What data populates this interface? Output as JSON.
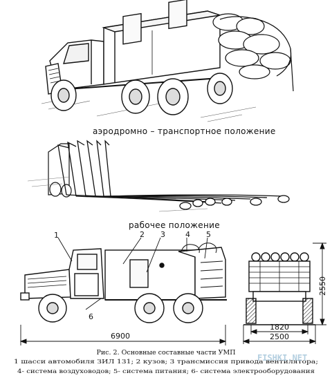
{
  "labels": {
    "view1": "аэродромно – транспортное положение",
    "view2": "рабочее положение"
  },
  "callouts": [
    "1",
    "2",
    "3",
    "4",
    "5",
    "6"
  ],
  "dimensions": {
    "length": "6900",
    "height": "2550",
    "track": "1820",
    "width": "2500"
  },
  "caption": {
    "title": "Рис. 2. Основные составные части УМП",
    "line1": "1 шасси автомобиля ЗИЛ 131; 2 кузов; 3 трансмиссия привода вентилятора;",
    "line2": "4- система воздуховодов; 5- система питания; 6- система электрооборудования"
  },
  "watermark": "FISHKI.NET"
}
